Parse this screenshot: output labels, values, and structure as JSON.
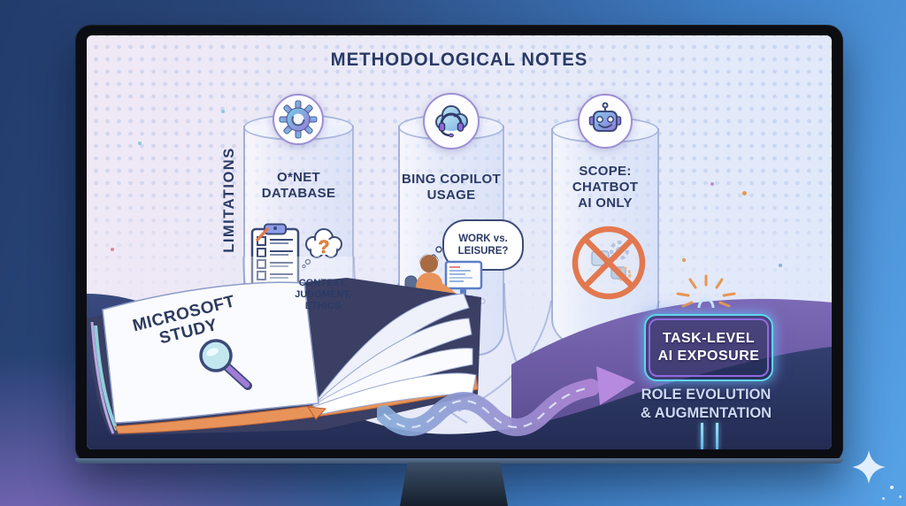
{
  "title": "METHODOLOGICAL NOTES",
  "limitations_label": "LIMITATIONS",
  "columns": [
    {
      "id": "onet",
      "icon": "gear-icon",
      "label": "O*NET\nDATABASE",
      "caption": "CONTEXT,\nJUDGMENT,\nETHICS",
      "question_mark": "?",
      "illustrations": [
        "checklist-clipboard-icon",
        "question-thought-cloud-icon"
      ]
    },
    {
      "id": "bing-copilot",
      "icon": "cloud-headset-icon",
      "label": "BING COPILOT\nUSAGE",
      "thought_bubble": "WORK vs.\nLEISURE?",
      "illustrations": [
        "person-at-computer-illustration"
      ]
    },
    {
      "id": "scope",
      "icon": "robot-icon",
      "label": "SCOPE:\nCHATBOT\nAI ONLY",
      "illustrations": [
        "no-robots-prohibition-icon"
      ]
    }
  ],
  "book": {
    "label": "MICROSOFT\nSTUDY",
    "icon": "magnifier-icon"
  },
  "flow": {
    "arrow_icon": "winding-road-arrow"
  },
  "result": {
    "lamp_icon": "lamp-rays-icon",
    "badge_label": "TASK-LEVEL\nAI EXPOSURE",
    "outcome_label": "ROLE EVOLUTION\n& AUGMENTATION"
  },
  "decor": {
    "sparkle_icon": "sparkle-icon"
  },
  "colors": {
    "navy_text": "#2b3a66",
    "neon_cyan": "#5fd4f2",
    "neon_purple": "#8f6ae0",
    "accent_orange": "#e2784f",
    "wave_navy": "#2c3a6a",
    "wave_purple": "#7d6ab6",
    "background_blue": "#3f7ec4",
    "background_purple": "#816abe"
  }
}
